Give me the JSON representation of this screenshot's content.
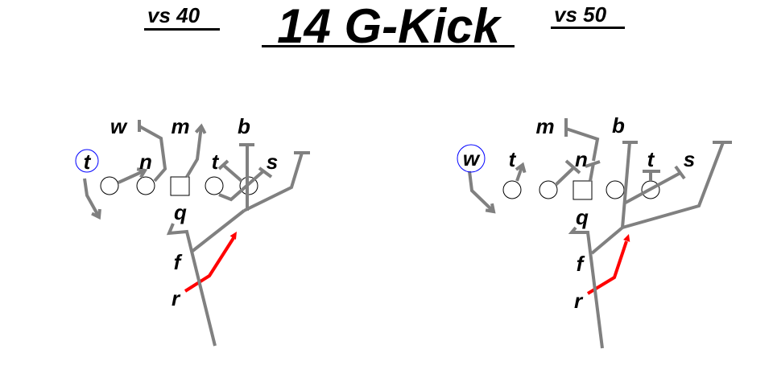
{
  "title": "14 G-Kick",
  "left_caption": "vs 40",
  "right_caption": "vs 50",
  "colors": {
    "route": "#808080",
    "highlight_route": "#ff0000",
    "motion_circle": "#0000ff"
  },
  "left_diagram": {
    "defenders": {
      "w": "w",
      "m": "m",
      "b": "b",
      "t_motion": "t",
      "n": "n",
      "t": "t",
      "s": "s"
    },
    "offense": {
      "q": "q",
      "f": "f",
      "r": "r"
    }
  },
  "right_diagram": {
    "defenders": {
      "m": "m",
      "b": "b",
      "w_motion": "w",
      "t1": "t",
      "n": "n",
      "t2": "t",
      "s": "s"
    },
    "offense": {
      "q": "q",
      "f": "f",
      "r": "r"
    }
  }
}
